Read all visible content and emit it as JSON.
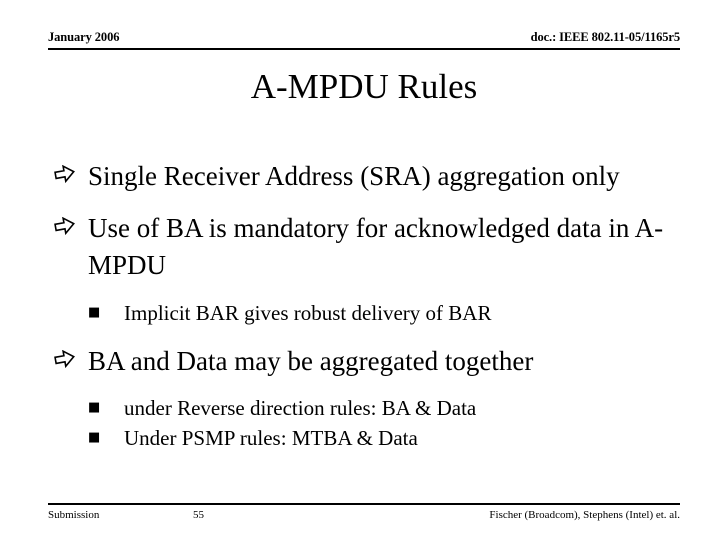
{
  "slide": {
    "title": "A-MPDU Rules",
    "header": {
      "left": "January 2006",
      "right": "doc.: IEEE 802.11-05/1165r5"
    },
    "footer": {
      "left": "Submission",
      "page_number": "55",
      "right": "Fischer (Broadcom), Stephens (Intel) et. al."
    },
    "markers": {
      "level1_icon": "hollow-right-arrow",
      "level2_icon": "filled-square",
      "level2_glyph": "■"
    },
    "colors": {
      "background": "#ffffff",
      "text": "#000000",
      "rule": "#000000"
    },
    "bullets": [
      {
        "level": 1,
        "text": "Single Receiver Address (SRA) aggregation only"
      },
      {
        "level": 1,
        "text": "Use of BA is mandatory for acknowledged data in A-MPDU"
      },
      {
        "level": 2,
        "text": "Implicit BAR gives robust delivery of BAR"
      },
      {
        "level": 1,
        "text": "BA and Data may be aggregated together"
      },
      {
        "level": 2,
        "text": "under Reverse direction rules:  BA & Data"
      },
      {
        "level": 2,
        "text": "Under PSMP rules: MTBA & Data"
      }
    ]
  }
}
